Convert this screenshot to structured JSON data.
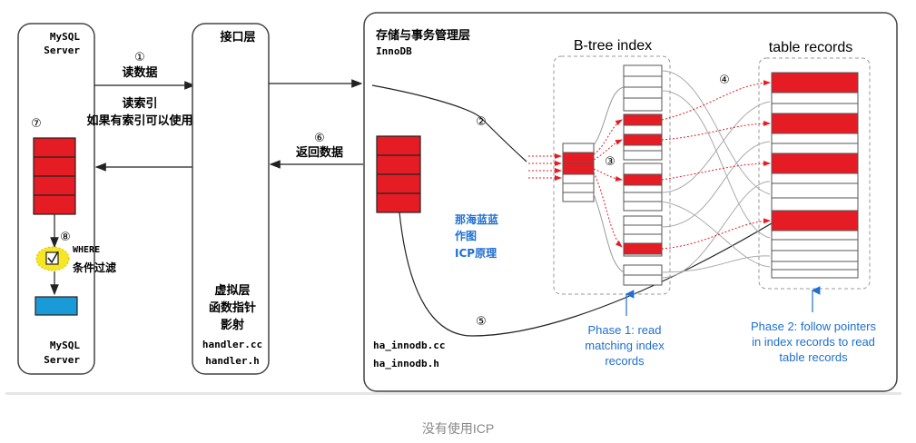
{
  "colors": {
    "red": "#e61c24",
    "blue": "#1e6fd1",
    "cyan_box": "#1a9ad6",
    "yellow": "#f7e624",
    "border": "#444444",
    "dashed": "#999999",
    "pointer": "#e61c24"
  },
  "mysql_server": {
    "top_label_1": "MySQL",
    "top_label_2": "Server",
    "bottom_label_1": "MySQL",
    "bottom_label_2": "Server",
    "step7": "⑦",
    "step8": "⑧",
    "where_label": "WHERE",
    "filter_label": "条件过滤",
    "check_icon": "check-icon"
  },
  "arrows": {
    "step1": "①",
    "read_data": "读数据",
    "read_index": "读索引",
    "use_index_if_any": "如果有索引可以使用",
    "step6": "⑥",
    "return_data": "返回数据"
  },
  "interface_layer": {
    "title": "接口层",
    "virtual_layer": "虚拟层",
    "func_ptr": "函数指针",
    "mapping": "影射",
    "file1": "handler.cc",
    "file2": "handler.h"
  },
  "storage": {
    "title": "存储与事务管理层",
    "subtitle": "InnoDB",
    "step2": "②",
    "step3": "③",
    "step4": "④",
    "step5": "⑤",
    "btree_title": "B-tree index",
    "records_title": "table records",
    "author_1": "那海蓝蓝",
    "author_2": "作图",
    "author_3": "ICP原理",
    "file1": "ha_innodb.cc",
    "file2": "ha_innodb.h",
    "phase1_1": "Phase 1: read",
    "phase1_2": "matching index",
    "phase1_3": "records",
    "phase2_1": "Phase 2: follow pointers",
    "phase2_2": "in index records to read",
    "phase2_3": "table records"
  },
  "caption": "没有使用ICP"
}
